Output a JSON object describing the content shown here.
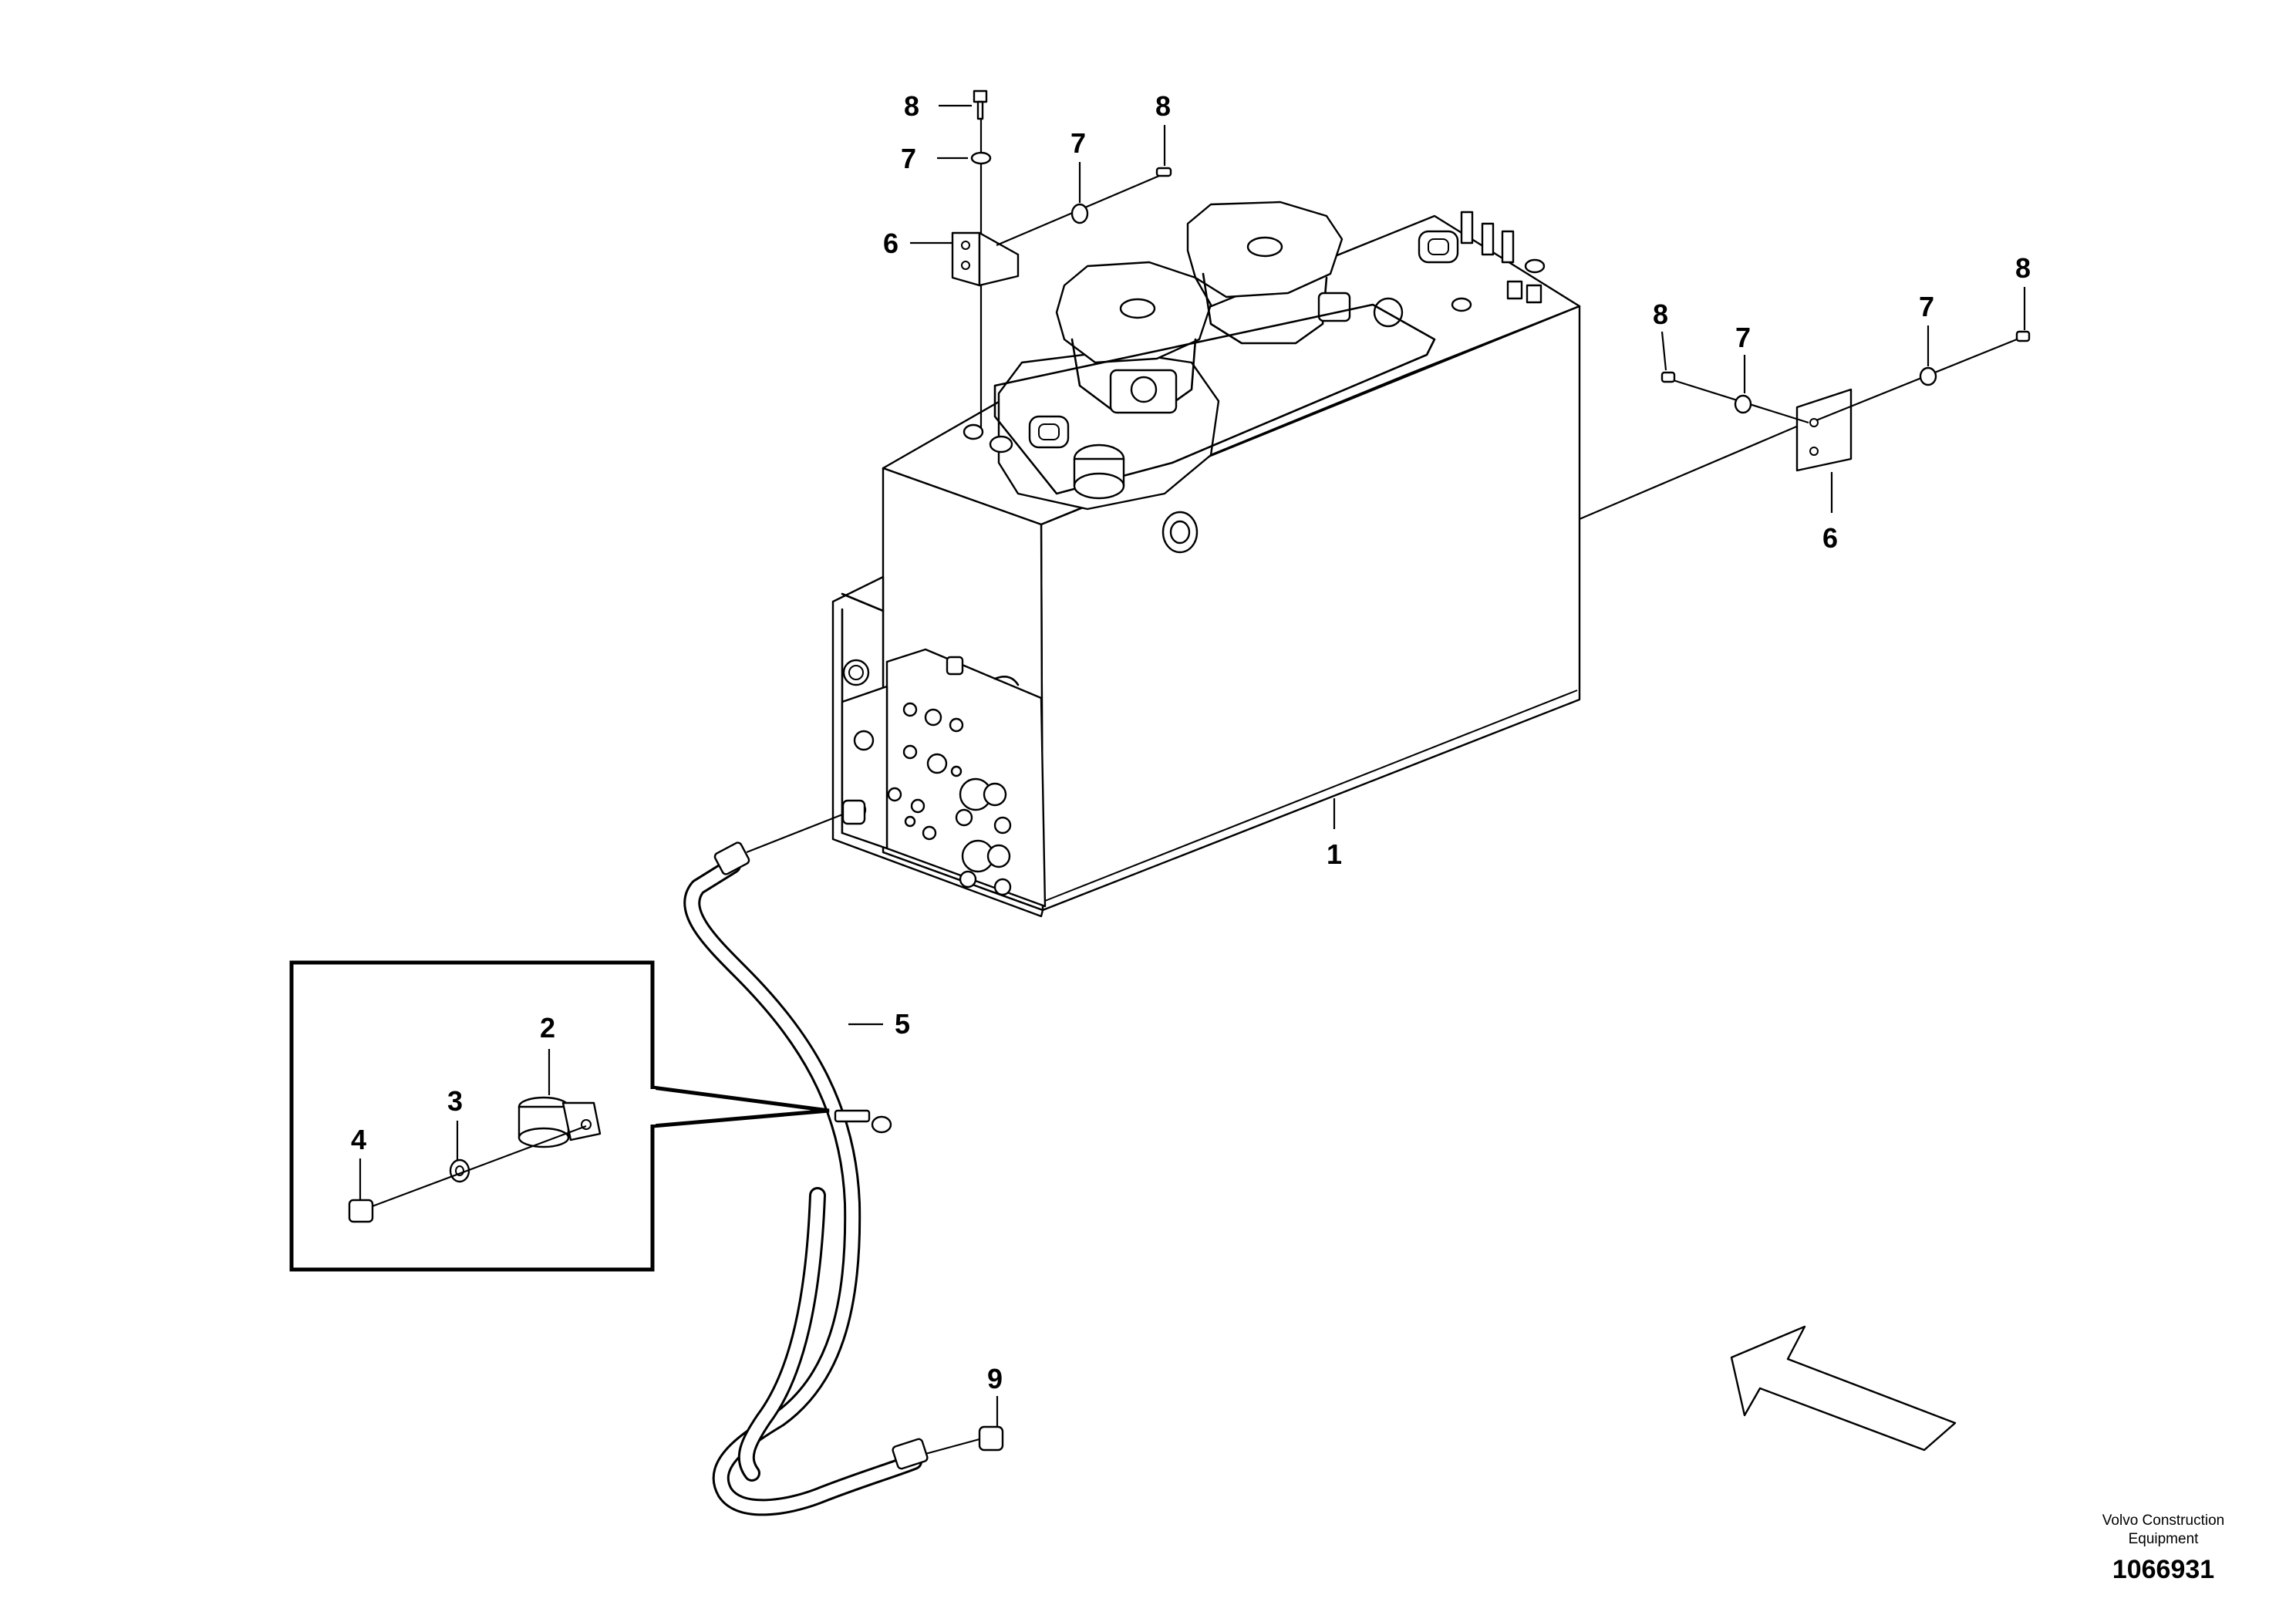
{
  "callouts": {
    "c1": "1",
    "c2": "2",
    "c3": "3",
    "c4": "4",
    "c5": "5",
    "c6a": "6",
    "c6b": "6",
    "c7a": "7",
    "c7b": "7",
    "c7c": "7",
    "c7d": "7",
    "c8a": "8",
    "c8b": "8",
    "c8c": "8",
    "c8d": "8",
    "c9": "9"
  },
  "footer": {
    "company_line1": "Volvo Construction",
    "company_line2": "Equipment",
    "drawing_number": "1066931"
  }
}
